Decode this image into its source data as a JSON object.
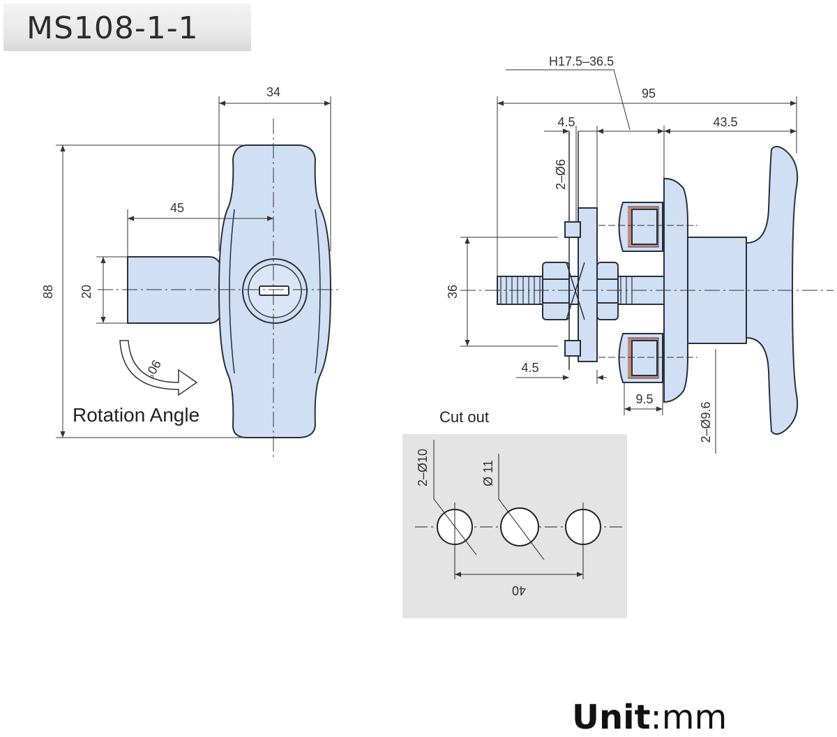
{
  "title": "MS108-1-1",
  "unit": {
    "label": "Unit",
    "separator": ":",
    "value": "mm"
  },
  "front_view": {
    "width": "34",
    "height": "88",
    "shaft_length": "45",
    "shaft_diameter": "20",
    "rotation": "90°",
    "rotation_label": "Rotation Angle"
  },
  "side_view": {
    "handle_height": "H17.5–36.5",
    "overall_length": "95",
    "plate_thickness_top": "4.5",
    "handle_length": "43.5",
    "pin_holes": "2–Ø6",
    "height": "36",
    "plate_thickness_bottom": "4.5",
    "stud_offset": "9.5",
    "stud_holes": "2–Ø9.6"
  },
  "cutout": {
    "label": "Cut out",
    "holes_small": "2–Ø10",
    "hole_center": "Ø 11",
    "spacing": "40"
  },
  "colors": {
    "part_fill": "#cfdff4",
    "part_stroke": "#2a2f3a",
    "cutout_bg": "#e4e4e4"
  }
}
